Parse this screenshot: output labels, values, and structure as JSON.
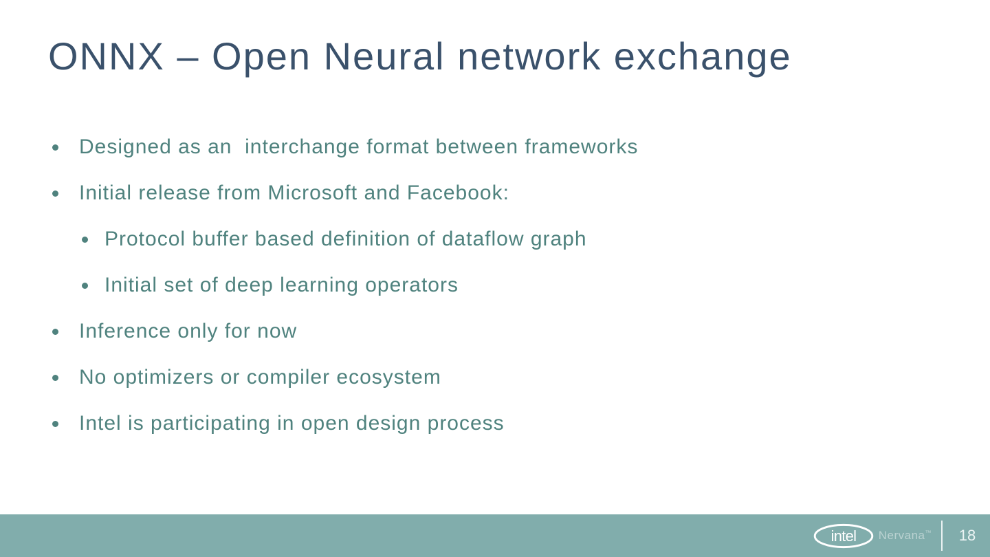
{
  "slide": {
    "title": "ONNX – Open Neural network exchange",
    "bullets": [
      {
        "level": 1,
        "text": "Designed as an  interchange format between frameworks"
      },
      {
        "level": 1,
        "text": "Initial release from Microsoft and Facebook:"
      },
      {
        "level": 2,
        "text": "Protocol buffer based definition of dataflow graph"
      },
      {
        "level": 2,
        "text": "Initial set of deep learning operators"
      },
      {
        "level": 1,
        "text": "Inference only for now"
      },
      {
        "level": 1,
        "text": "No optimizers or compiler ecosystem"
      },
      {
        "level": 1,
        "text": "Intel is participating in open design process"
      }
    ],
    "footer": {
      "brand": "intel",
      "sub_brand": "Nervana",
      "sub_brand_mark": "™",
      "page_number": "18"
    },
    "colors": {
      "title_text": "#3a516b",
      "body_text": "#4f827e",
      "footer_bar": "#81adac",
      "footer_text": "#ecf4f4"
    }
  }
}
